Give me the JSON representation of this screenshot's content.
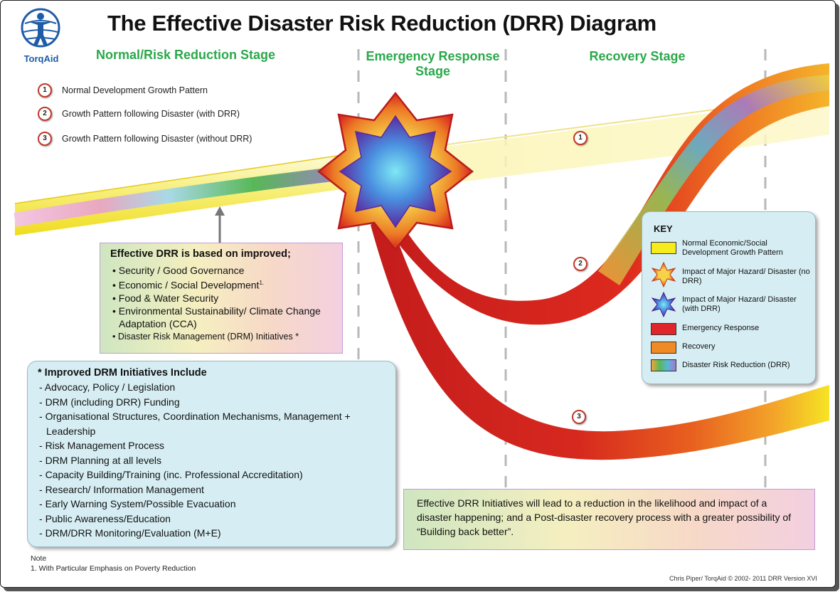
{
  "title": "The Effective Disaster Risk Reduction (DRR) Diagram",
  "logo": {
    "text": "TorqAid",
    "icon": "human-figure-globe-icon",
    "color": "#1e5ca8"
  },
  "stages": {
    "normal": "Normal/Risk Reduction Stage",
    "emergency": "Emergency Response Stage",
    "recovery": "Recovery Stage"
  },
  "stage_color": "#2aa84a",
  "legend": [
    {
      "num": "1",
      "label": "Normal Development Growth Pattern"
    },
    {
      "num": "2",
      "label": "Growth Pattern following Disaster (with DRR)"
    },
    {
      "num": "3",
      "label": "Growth Pattern following Disaster (without DRR)"
    }
  ],
  "path_markers": [
    "1",
    "2",
    "3"
  ],
  "effective_box": {
    "heading": "Effective DRR is based on improved;",
    "items": [
      "Security / Good Governance",
      "Economic / Social Development",
      "Food & Water Security",
      "Environmental Sustainability/ Climate Change Adaptation (CCA)",
      "Disaster Risk Management (DRM) Initiatives *"
    ],
    "footnote_ref": "1."
  },
  "drm_box": {
    "heading": "* Improved DRM Initiatives Include",
    "items": [
      "Advocacy, Policy / Legislation",
      "DRM (including DRR) Funding",
      "Organisational Structures, Coordination Mechanisms, Management + Leadership",
      "Risk Management Process",
      "DRM Planning at all levels",
      "Capacity Building/Training (inc. Professional Accreditation)",
      "Research/ Information Management",
      "Early Warning System/Possible Evacuation",
      "Public Awareness/Education",
      "DRM/DRR Monitoring/Evaluation (M+E)"
    ]
  },
  "key": {
    "title": "KEY",
    "items": [
      {
        "label": "Normal Economic/Social Development Growth Pattern",
        "swatch": "yellow"
      },
      {
        "label": "Impact of Major Hazard/ Disaster (no DRR)",
        "swatch": "orange-star"
      },
      {
        "label": "Impact of Major Hazard/ Disaster (with DRR)",
        "swatch": "purple-star"
      },
      {
        "label": "Emergency Response",
        "swatch": "red"
      },
      {
        "label": "Recovery",
        "swatch": "orange"
      },
      {
        "label": "Disaster Risk Reduction (DRR)",
        "swatch": "rainbow"
      }
    ],
    "colors": {
      "yellow": "#f6ec1c",
      "red": "#e0262b",
      "orange": "#f08a24"
    }
  },
  "conclusion": "Effective DRR Initiatives will lead to a reduction in the likelihood and impact of a disaster happening; and a Post-disaster recovery process with a greater possibility of “Building back better”.",
  "note": {
    "heading": "Note",
    "body": "1. With Particular Emphasis on Poverty Reduction"
  },
  "credit": "Chris Piper/ TorqAid © 2002- 2011 DRR Version XVI"
}
